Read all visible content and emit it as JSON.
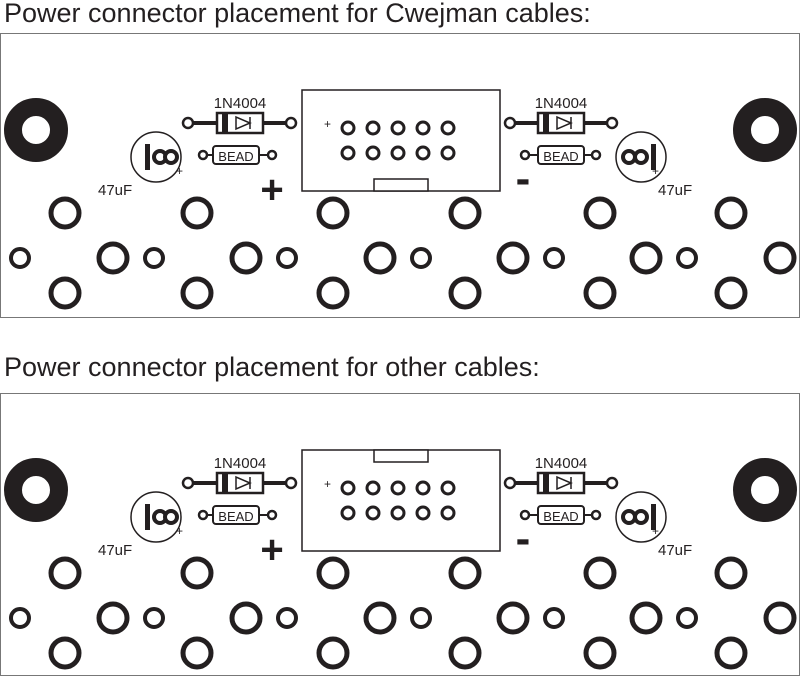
{
  "colors": {
    "ink": "#231f20",
    "board_outline": "#777777",
    "background": "#ffffff"
  },
  "boards": [
    {
      "title": "Power connector placement for Cwejman cables:",
      "header_key_position": "bottom",
      "labels": {
        "diode_left": "1N4004",
        "diode_right": "1N4004",
        "bead_left": "BEAD",
        "bead_right": "BEAD",
        "cap_left": "47uF",
        "cap_right": "47uF",
        "plus_sign": "+",
        "minus_sign": "-",
        "pin1_mark": "+",
        "cap_plus_left": "+",
        "cap_plus_right": "+"
      }
    },
    {
      "title": "Power connector placement for other cables:",
      "header_key_position": "top",
      "labels": {
        "diode_left": "1N4004",
        "diode_right": "1N4004",
        "bead_left": "BEAD",
        "bead_right": "BEAD",
        "cap_left": "47uF",
        "cap_right": "47uF",
        "plus_sign": "+",
        "minus_sign": "-",
        "pin1_mark": "+",
        "cap_plus_left": "+",
        "cap_plus_right": "+"
      }
    }
  ]
}
